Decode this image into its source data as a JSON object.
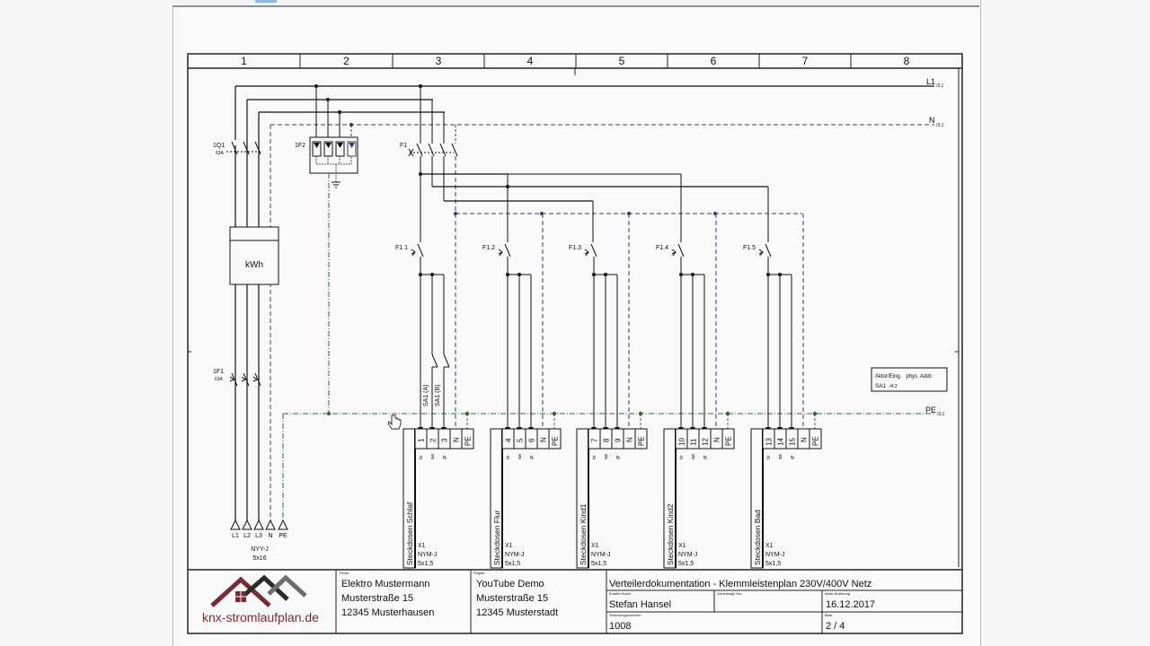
{
  "grid": {
    "columns": [
      "1",
      "2",
      "3",
      "4",
      "5",
      "6",
      "7",
      "8"
    ]
  },
  "busbars": {
    "l1": {
      "label": "L1",
      "ref": "/3.1"
    },
    "n": {
      "label": "N",
      "ref": "/3.1"
    },
    "pe": {
      "label": "PE",
      "ref": "/3.1"
    }
  },
  "main_switch": {
    "label": "1Q1",
    "rating": "63A"
  },
  "surge_protector": {
    "label": "1F2"
  },
  "meter": {
    "label": "kWh"
  },
  "rcd": {
    "label": "F1"
  },
  "fuse_1f1": {
    "label": "1F1",
    "rating": "63A"
  },
  "feed": {
    "terminals": [
      "L1",
      "L2",
      "L3",
      "N",
      "PE"
    ],
    "cable_type": "NYY-J",
    "cable_size": "5x16"
  },
  "breakers": [
    "F1.1",
    "F1.2",
    "F1.3",
    "F1.4",
    "F1.5"
  ],
  "actuator_channels": [
    "SA1 (A)",
    "SA1 (B)"
  ],
  "legend_box": {
    "header": "Aktor/Eing.   phys. Addr.",
    "row_label": "SA1",
    "row_ref": "/4.3"
  },
  "circuits": [
    {
      "name": "Steckdosen Schlaf",
      "terminals": [
        "1",
        "2",
        "3",
        "N",
        "PE"
      ],
      "colors": [
        "br",
        "sw",
        "gr"
      ],
      "strip": "X1",
      "cable": "NYM-J",
      "size": "5x1,5"
    },
    {
      "name": "Steckdosen Flur",
      "terminals": [
        "4",
        "5",
        "6",
        "N",
        "PE"
      ],
      "colors": [
        "br",
        "sw",
        "gr"
      ],
      "strip": "X1",
      "cable": "NYM-J",
      "size": "5x1,5"
    },
    {
      "name": "Steckdosen Kind1",
      "terminals": [
        "7",
        "8",
        "9",
        "N",
        "PE"
      ],
      "colors": [
        "br",
        "sw",
        "gr"
      ],
      "strip": "X1",
      "cable": "NYM-J",
      "size": "5x1,5"
    },
    {
      "name": "Steckdosen Kind2",
      "terminals": [
        "10",
        "11",
        "12",
        "N",
        "PE"
      ],
      "colors": [
        "br",
        "sw",
        "gr"
      ],
      "strip": "X1",
      "cable": "NYM-J",
      "size": "5x1,5"
    },
    {
      "name": "Steckdosen Bad",
      "terminals": [
        "13",
        "14",
        "15",
        "N",
        "PE"
      ],
      "colors": [
        "br",
        "sw",
        "gr"
      ],
      "strip": "X1",
      "cable": "NYM-J",
      "size": "5x1,5"
    }
  ],
  "title_block": {
    "logo_text": "knx-stromlaufplan.de",
    "firm_label": "Firma",
    "firm_name": "Elektro Mustermann",
    "firm_street": "Musterstraße 15",
    "firm_city": "12345 Musterhausen",
    "project_label": "Projekt",
    "project_name": "YouTube Demo",
    "project_street": "Musterstraße 15",
    "project_city": "12345 Musterstadt",
    "doc_title": "Verteilerdokumentation - Klemmleistenplan 230V/400V Netz",
    "created_by_label": "Erstellt Durch",
    "created_by": "Stefan Hansel",
    "approved_by_label": "Genehmigt Von",
    "approved_by": "",
    "last_change_label": "letzte Änderung",
    "last_change": "16.12.2017",
    "drawing_no_label": "Zeichnungsnummer",
    "drawing_no": "1008",
    "sheet_label": "Blatt",
    "sheet": "2 / 4"
  },
  "colors": {
    "line": "#111111",
    "dashed": "#3a3a6a",
    "pe": "#2e6b2e",
    "logo_red": "#7a2a33",
    "logo_dark": "#2b2b2b",
    "logo_gray": "#6d6d6d"
  }
}
